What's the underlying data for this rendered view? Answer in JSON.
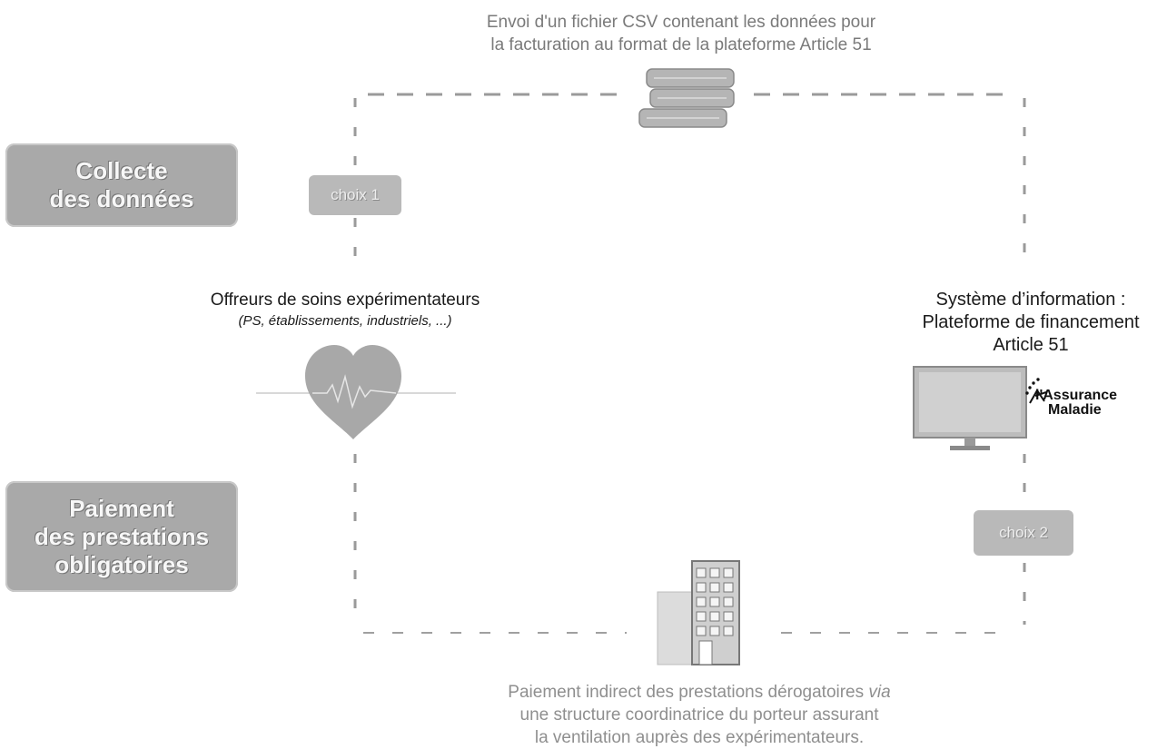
{
  "top_caption": {
    "line1": "Envoi d'un fichier CSV contenant les données pour",
    "line2": "la facturation au format de la plateforme Article 51"
  },
  "side_labels": {
    "collecte": [
      "Collecte",
      "des données"
    ],
    "paiement": [
      "Paiement",
      "des prestations",
      "obligatoires"
    ]
  },
  "choices": {
    "choix1": "choix 1",
    "choix2": "choix 2"
  },
  "offreurs": {
    "title": "Offreurs de soins expérimentateurs",
    "subtitle": "(PS, établissements, industriels, ...)"
  },
  "systeme": {
    "line1": "Système d’information :",
    "line2": "Plateforme de financement",
    "line3": "Article 51"
  },
  "logo": {
    "line1": "l'Assurance",
    "line2": "Maladie"
  },
  "bottom_caption": {
    "line1_start": "Paiement indirect des prestations dérogatoires ",
    "line1_em": "via",
    "line2": "une structure coordinatrice du porteur assurant",
    "line3": "la ventilation auprès des expérimentateurs."
  },
  "icons": [
    "csv-stack-icon",
    "heart-pulse-icon",
    "computer-monitor-icon",
    "assurance-maladie-logo-icon",
    "building-icon"
  ],
  "colors": {
    "label_bg": "#a9a9a9",
    "choice_bg": "#b9b9b9",
    "line": "#999999"
  }
}
